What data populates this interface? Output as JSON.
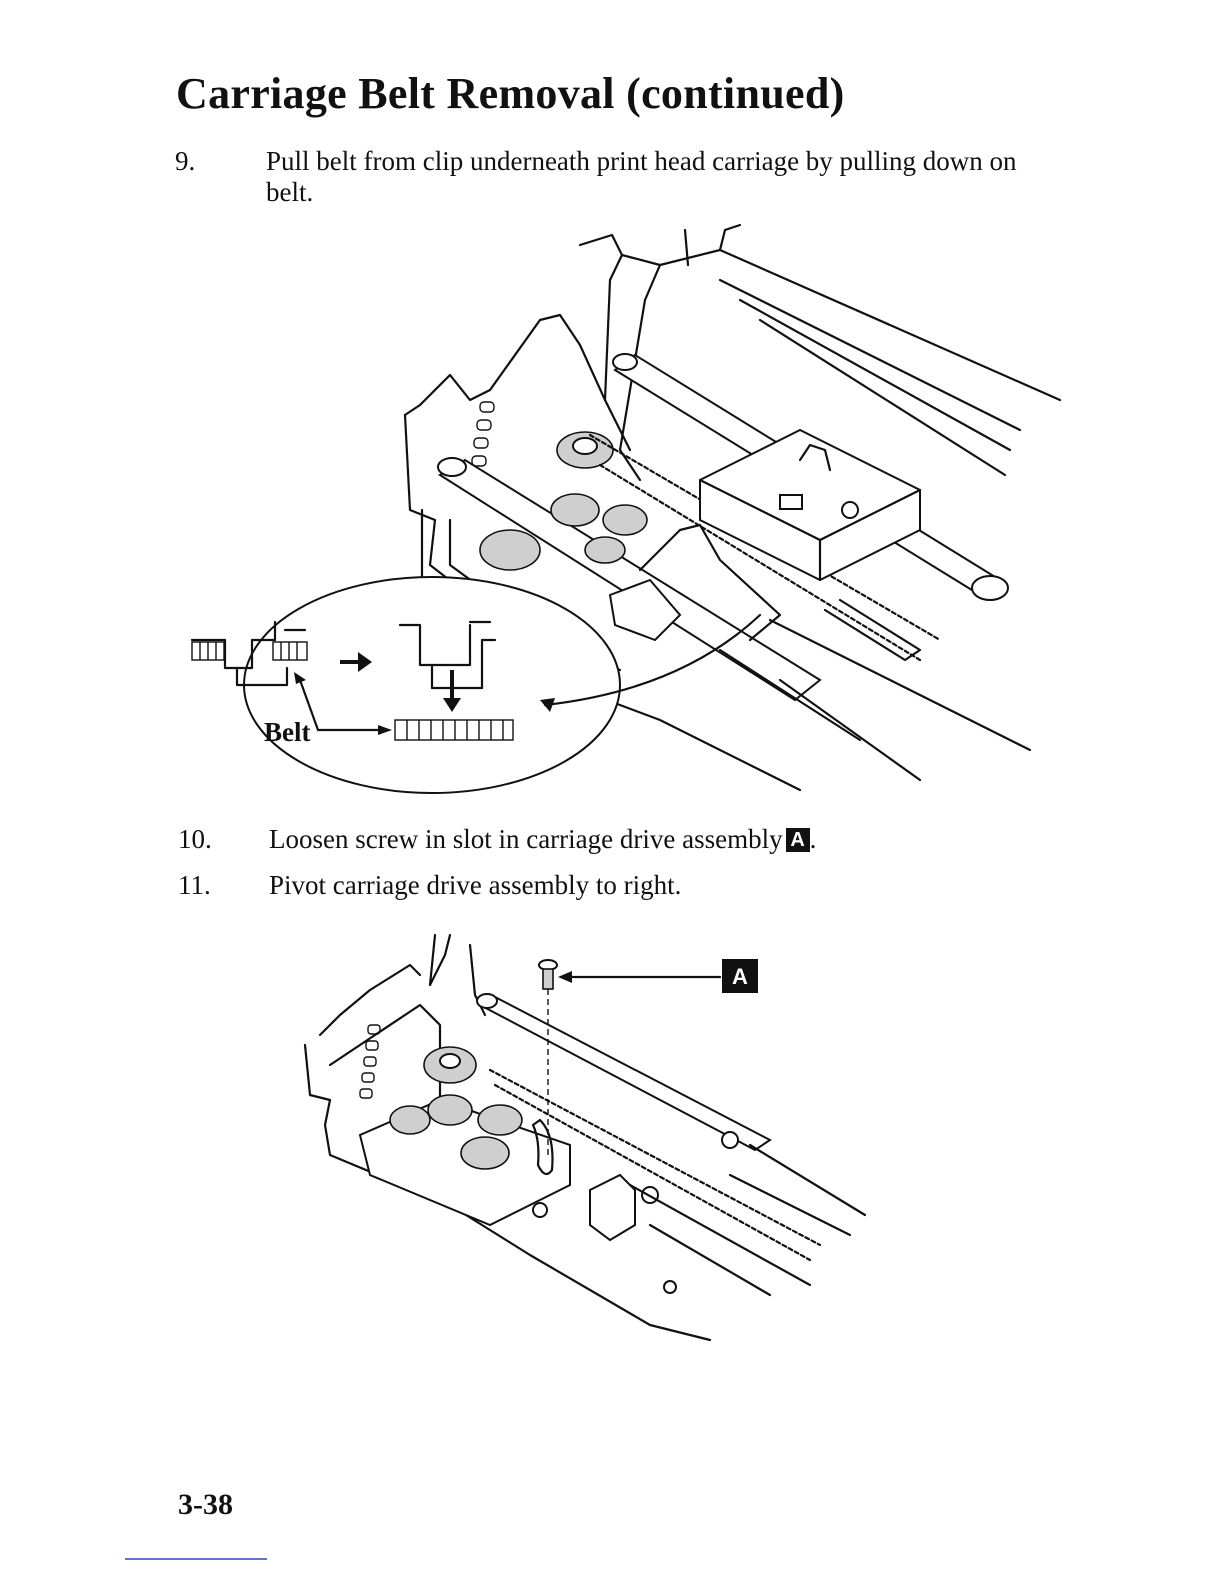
{
  "page": {
    "title": "Carriage Belt Removal (continued)",
    "page_number": "3-38"
  },
  "steps": [
    {
      "number": "9.",
      "text": "Pull belt from clip underneath print head carriage by pulling down on belt."
    },
    {
      "number": "10.",
      "text": "Loosen screw in slot in carriage drive assembly",
      "badge": "A",
      "suffix": "."
    },
    {
      "number": "11.",
      "text": "Pivot carriage drive assembly to right."
    }
  ],
  "figure1": {
    "callout_label": "Belt"
  },
  "figure2": {
    "callout_badge": "A"
  }
}
